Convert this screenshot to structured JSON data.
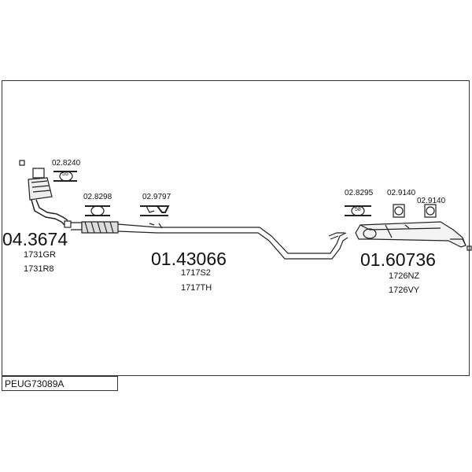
{
  "code": "PEUG73089A",
  "parts": [
    {
      "part_no": "04.3674",
      "oem": [
        "1731GR",
        "1731R8"
      ]
    },
    {
      "part_no": "01.43066",
      "oem": [
        "1717S2",
        "1717TH"
      ]
    },
    {
      "part_no": "01.60736",
      "oem": [
        "1726NZ",
        "1726VY"
      ]
    }
  ],
  "accessories": [
    "02.8240",
    "02.8298",
    "02.9797",
    "02.8295",
    "02.9140",
    "02.9140"
  ],
  "icon_labels": [
    "55",
    "58"
  ]
}
